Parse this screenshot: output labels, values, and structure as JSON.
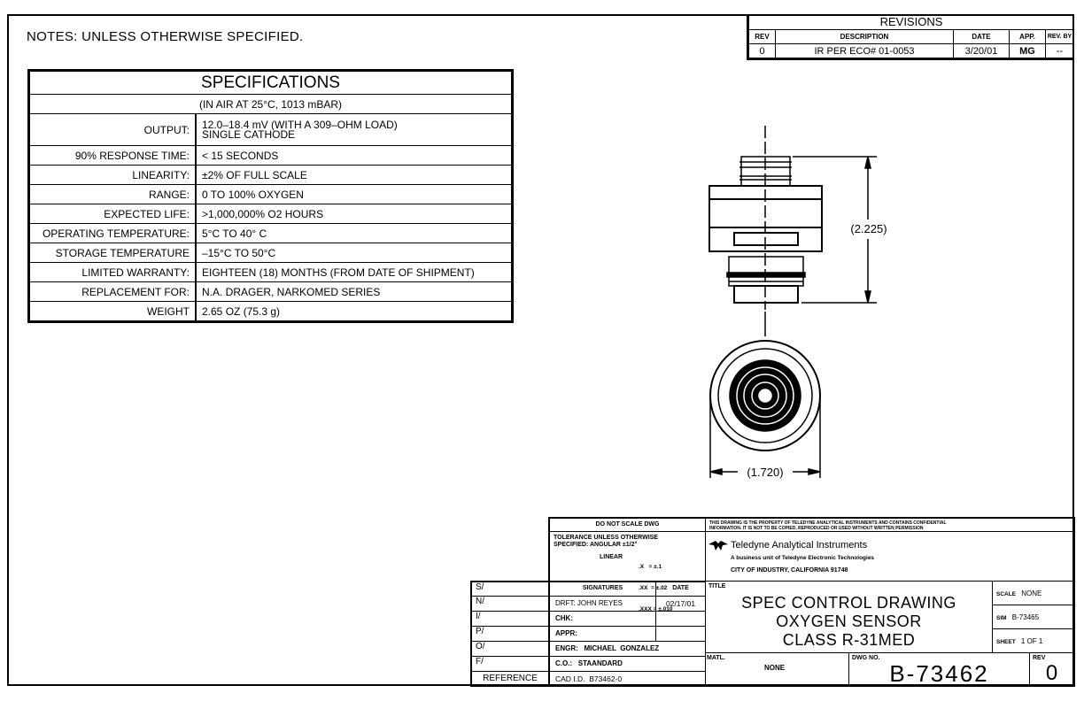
{
  "notes": "NOTES:  UNLESS  OTHERWISE  SPECIFIED.",
  "revisions": {
    "title": "REVISIONS",
    "headers": [
      "REV",
      "DESCRIPTION",
      "DATE",
      "APP.",
      "REV. BY"
    ],
    "rows": [
      {
        "rev": "0",
        "description": "IR PER ECO# 01-0053",
        "date": "3/20/01",
        "app": "MG",
        "rev_by": "--"
      }
    ]
  },
  "specifications": {
    "title": "SPECIFICATIONS",
    "subtitle": "(IN AIR AT 25°C, 1013 mBAR)",
    "rows": [
      {
        "label": "OUTPUT:",
        "value": "12.0–18.4 mV (WITH A 309–OHM LOAD)",
        "value2": "SINGLE CATHODE"
      },
      {
        "label": "90% RESPONSE TIME:",
        "value": "< 15 SECONDS"
      },
      {
        "label": "LINEARITY:",
        "value": "±2% OF FULL SCALE"
      },
      {
        "label": "RANGE:",
        "value": "0 TO 100% OXYGEN"
      },
      {
        "label": "EXPECTED LIFE:",
        "value": ">1,000,000% O2 HOURS"
      },
      {
        "label": "OPERATING TEMPERATURE:",
        "value": "5°C TO 40° C"
      },
      {
        "label": "STORAGE TEMPERATURE",
        "value": "–15°C TO 50°C"
      },
      {
        "label": "LIMITED WARRANTY:",
        "value": "EIGHTEEN (18) MONTHS (FROM DATE OF SHIPMENT)"
      },
      {
        "label": "REPLACEMENT FOR:",
        "value": "N.A. DRAGER, NARKOMED SERIES"
      },
      {
        "label": "WEIGHT",
        "value": "2.65 OZ (75.3 g)"
      }
    ]
  },
  "drawing": {
    "height_dim": "(2.225)",
    "width_dim": "(1.720)"
  },
  "title_block": {
    "do_not_scale": "DO NOT SCALE DWG",
    "tolerance_1": "TOLERANCE UNLESS OTHERWISE",
    "tolerance_2": "SPECIFIED: ANGULAR ±1/2°",
    "linear_label": "LINEAR",
    "linear_rows": [
      ".X   = ±.1",
      ".XX  = ±.02",
      ".XXX = ±.010"
    ],
    "confidential_1": "THIS DRAWING IS THE PROPERTY OF TELEDYNE ANALYTICAL INSTRUMENTS AND CONTAINS CONFIDENTIAL",
    "confidential_2": "INFORMATION. IT IS NOT TO BE COPIED, REPRODUCED OR USED WITHOUT WRITTEN PERMISSION",
    "company": "Teledyne Analytical Instruments",
    "business_unit": "A business unit of Teledyne Electronic Technologies",
    "city": "CITY OF INDUSTRY, CALIFORNIA 91748",
    "left_codes": [
      "S/",
      "N/",
      "I/",
      "P/",
      "O/",
      "F/"
    ],
    "reference": "REFERENCE",
    "signatures_header": "SIGNATURES",
    "date_header": "DATE",
    "drft": "DRFT:  JOHN  REYES",
    "drft_date": "02/17/01",
    "chk": "CHK:",
    "appr": "APPR:",
    "engr": "ENGR:   MICHAEL  GONZALEZ",
    "co": "C.O.:   STAANDARD",
    "cad_id": "CAD I.D.  B73462-0",
    "title_label": "TITLE",
    "title_lines": [
      "SPEC CONTROL DRAWING",
      "OXYGEN SENSOR",
      "CLASS R-31MED"
    ],
    "scale_label": "SCALE",
    "scale_value": "NONE",
    "sim_label": "SIM",
    "sim_value": "B-73465",
    "sheet_label": "SHEET",
    "sheet_value": "1 OF 1",
    "matl_label": "MATL.",
    "matl_value": "NONE",
    "dwg_no_label": "DWG NO.",
    "dwg_no": "B-73462",
    "rev_label": "REV",
    "rev_value": "0"
  }
}
